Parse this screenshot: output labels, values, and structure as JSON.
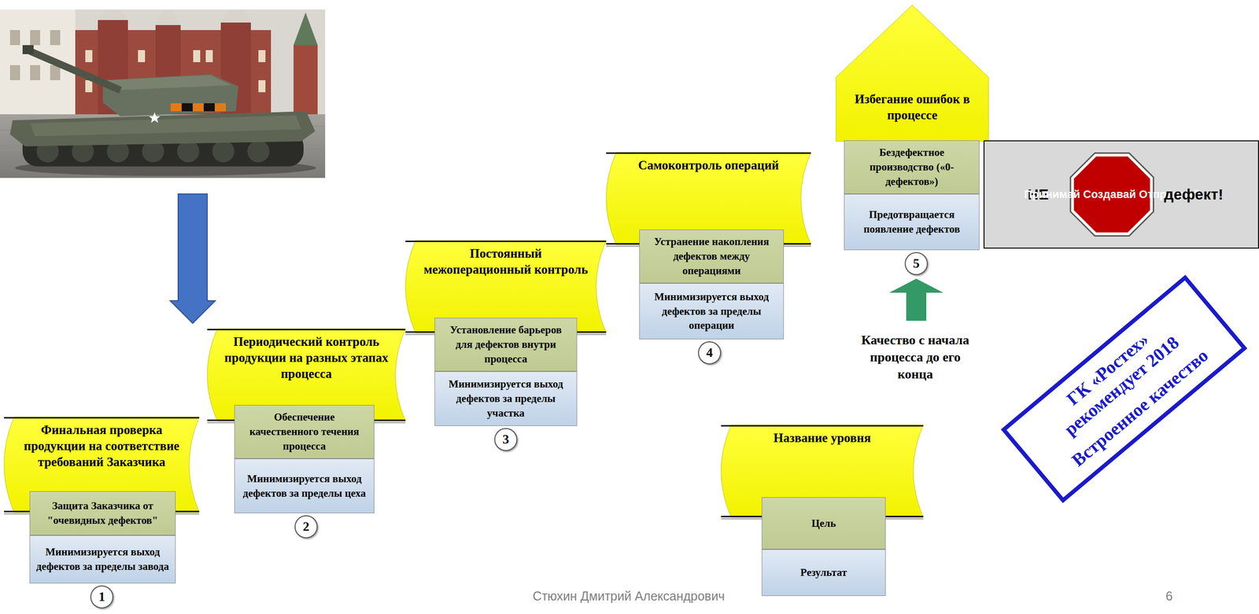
{
  "diagram": {
    "nodes": [
      {
        "text": [
          "Финальная проверка продукции на соответствие требований Заказчика"
        ]
      },
      {
        "text": [
          "Защита Заказчика от \"очевидных дефектов\""
        ]
      },
      {
        "text": [
          "Минимизируется выход дефектов за пределы завода"
        ]
      },
      {
        "text": [
          "1"
        ]
      },
      {
        "text": [
          "Периодический контроль продукции на разных этапах процесса"
        ]
      },
      {
        "text": [
          "Обеспечение качественного течения процесса"
        ]
      },
      {
        "text": [
          "Минимизируется выход дефектов за пределы цеха"
        ]
      },
      {
        "text": [
          "2"
        ]
      },
      {
        "text": [
          "Постоянный межоперационный контроль"
        ]
      },
      {
        "text": [
          "Установление барьеров для дефектов внутри процесса"
        ]
      },
      {
        "text": [
          "Минимизируется выход дефектов за пределы участка"
        ]
      },
      {
        "text": [
          "3"
        ]
      },
      {
        "text": [
          "Самоконтроль операций"
        ]
      },
      {
        "text": [
          "Устранение накопления дефектов между операциями"
        ]
      },
      {
        "text": [
          "Минимизируется выход дефектов за пределы операции"
        ]
      },
      {
        "text": [
          "4"
        ]
      },
      {
        "text": [
          "Избегание ошибок в процессе"
        ]
      },
      {
        "text": [
          "Бездефектное производство («0-дефектов»)"
        ]
      },
      {
        "text": [
          "Предотвращается появление дефектов"
        ]
      },
      {
        "text": [
          "5"
        ]
      },
      {
        "text": [
          "НЕ",
          "дефект!"
        ]
      },
      {
        "text": [
          "Принимай Создавай Отправляй"
        ],
        "in": 20
      },
      {
        "text": [
          "Название уровня"
        ]
      },
      {
        "text": [
          "Цель"
        ]
      },
      {
        "text": [
          "Результат"
        ]
      },
      {
        "text": [
          "ГК «Ростех»",
          "рекомендует 2018",
          "Встроенное качество"
        ]
      }
    ],
    "labels": [
      "Качество с начала процесса до его конца",
      "Стюхин Дмитрий Александрович",
      "6"
    ]
  }
}
